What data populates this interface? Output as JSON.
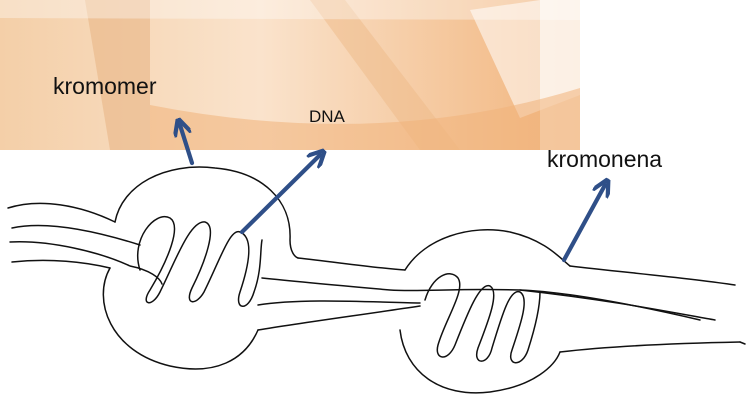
{
  "labels": {
    "chromomere": "kromomer",
    "dna": "DNA",
    "chromonema": "kromonena"
  },
  "colors": {
    "arrow": "#2f4f88",
    "line": "#111111",
    "background_wash": "#f6cfa6"
  }
}
